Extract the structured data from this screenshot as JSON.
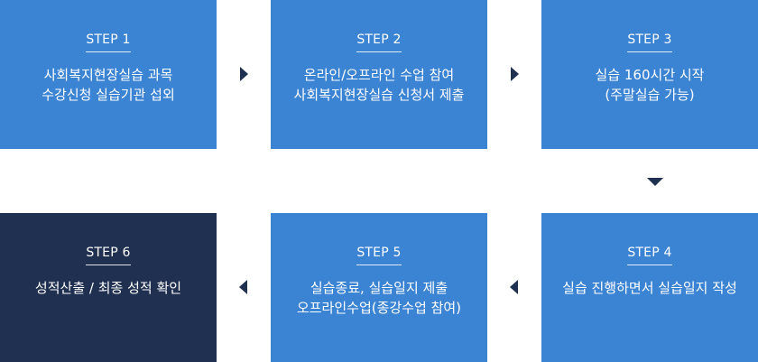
{
  "steps": [
    {
      "title": "STEP 1",
      "lines": [
        "사회복지현장실습 과목",
        "수강신청 실습기관 섭외"
      ]
    },
    {
      "title": "STEP 2",
      "lines": [
        "온라인/오프라인 수업 참여",
        "사회복지현장실습 신청서 제출"
      ]
    },
    {
      "title": "STEP 3",
      "lines": [
        "실습 160시간 시작",
        "(주말실습 가능)"
      ]
    },
    {
      "title": "STEP 4",
      "lines": [
        "실습 진행하면서 실습일지 작성"
      ]
    },
    {
      "title": "STEP 5",
      "lines": [
        "실습종료, 실습일지 제출",
        "오프라인수업(종강수업 참여)"
      ]
    },
    {
      "title": "STEP 6",
      "lines": [
        "성적산출 / 최종 성적 확인"
      ]
    }
  ],
  "colors": {
    "step_blue": "#3b83d3",
    "step_navy": "#1f3050",
    "arrow": "#1f3050"
  }
}
